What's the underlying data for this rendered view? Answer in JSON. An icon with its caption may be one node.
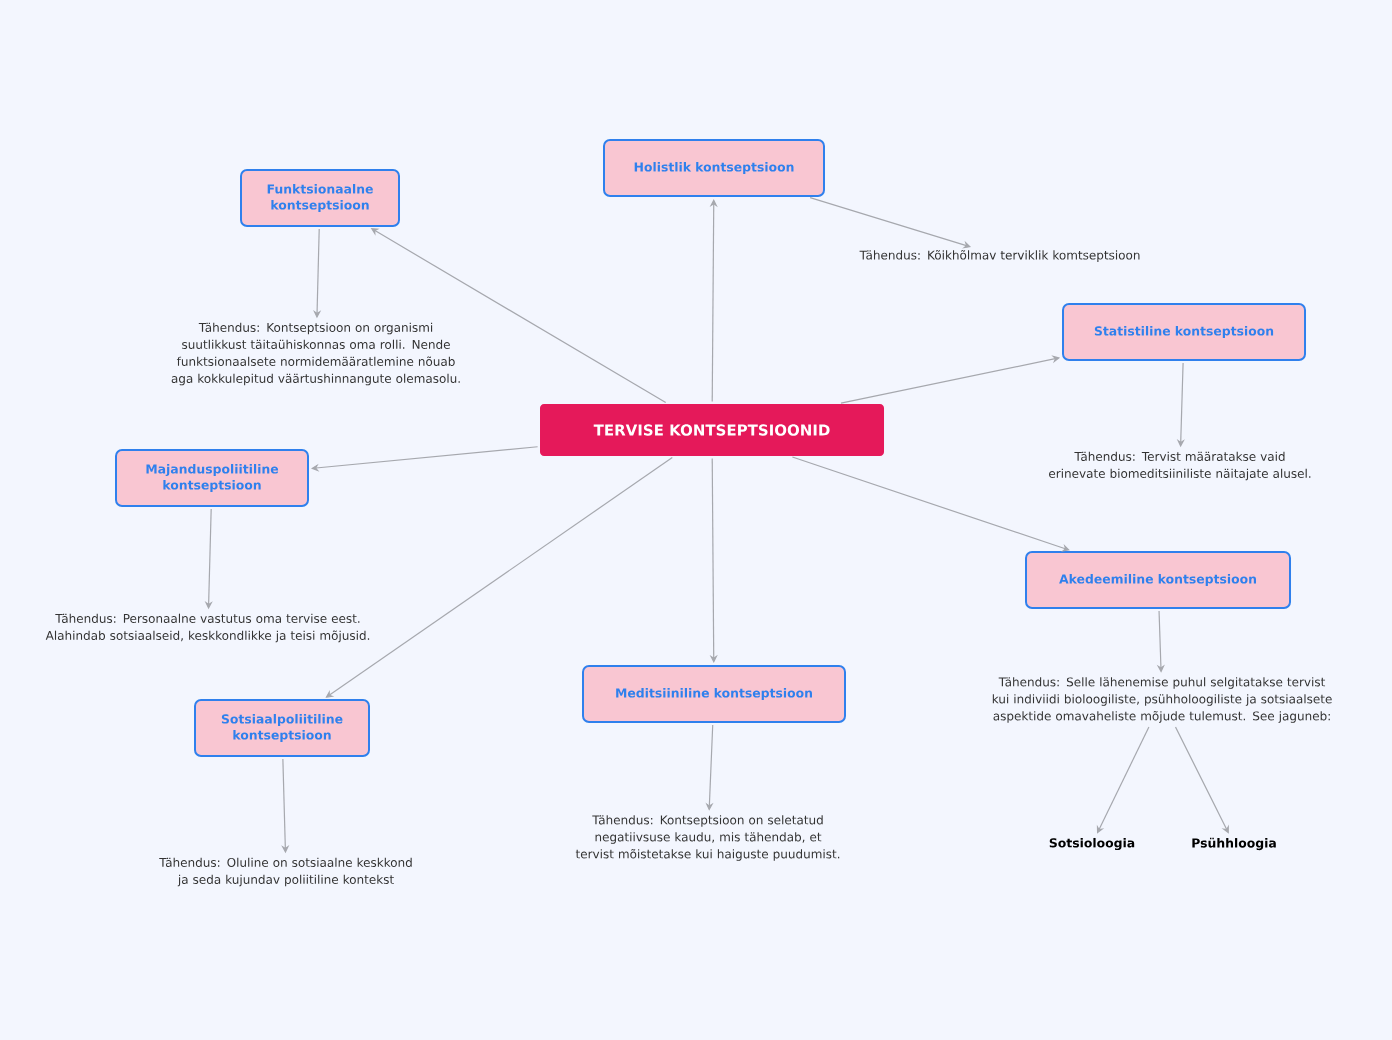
{
  "diagram": {
    "nodes": [
      {
        "text": [
          "TERVISE KONTSEPTSIOONID"
        ]
      },
      {
        "text": [
          "Funktsionaalne kontseptsioon"
        ]
      },
      {
        "text": [
          "Tähendus: Kontseptsioon on organismi suutlikkust täitaühiskonnas oma rolli. Nende funktsionaalsete normidemääratlemine nõuab aga kokkulepitud väärtushinnangute olemasolu."
        ]
      },
      {
        "text": [
          "Holistlik kontseptsioon"
        ]
      },
      {
        "text": [
          "Tähendus: Kõikhõlmav terviklik komtseptsioon"
        ]
      },
      {
        "text": [
          "Statistiline kontseptsioon"
        ]
      },
      {
        "text": [
          "Tähendus: Tervist määratakse vaid erinevate biomeditsiiniliste näitajate alusel."
        ]
      },
      {
        "text": [
          "Majanduspoliitiline kontseptsioon"
        ]
      },
      {
        "text": [
          "Tähendus: Personaalne vastutus oma tervise eest. Alahindab sotsiaalseid, keskkondlikke ja teisi mõjusid."
        ]
      },
      {
        "text": [
          "Sotsiaalpoliitiline kontseptsioon"
        ]
      },
      {
        "text": [
          "Tähendus: Oluline on sotsiaalne keskkond ja seda kujundav poliitiline kontekst"
        ]
      },
      {
        "text": [
          "Meditsiiniline kontseptsioon"
        ]
      },
      {
        "text": [
          "Tähendus: Kontseptsioon on seletatud negatiivsuse kaudu, mis tähendab, et tervist mõistetakse kui haiguste puudumist."
        ]
      },
      {
        "text": [
          "Akedeemiline kontseptsioon"
        ]
      },
      {
        "text": [
          "Tähendus: Selle lähenemise puhul selgitatakse tervist kui indiviidi bioloogiliste, psühholoogiliste ja sotsiaalsete aspektide omavaheliste mõjude tulemust. See jaguneb:"
        ]
      },
      {
        "text": [
          "Sotsioloogia"
        ]
      },
      {
        "text": [
          "Psühhloogia"
        ]
      }
    ],
    "edges": [
      {
        "from": 0,
        "to": 1,
        "arrow": "to"
      },
      {
        "from": 0,
        "to": 3,
        "arrow": "to"
      },
      {
        "from": 0,
        "to": 5,
        "arrow": "to"
      },
      {
        "from": 0,
        "to": 7,
        "arrow": "to"
      },
      {
        "from": 0,
        "to": 9,
        "arrow": "to"
      },
      {
        "from": 0,
        "to": 11,
        "arrow": "to"
      },
      {
        "from": 0,
        "to": 13,
        "arrow": "to"
      },
      {
        "from": 1,
        "to": 2,
        "arrow": "to"
      },
      {
        "from": 3,
        "to": 4,
        "arrow": "to"
      },
      {
        "from": 5,
        "to": 6,
        "arrow": "to"
      },
      {
        "from": 7,
        "to": 8,
        "arrow": "to"
      },
      {
        "from": 9,
        "to": 10,
        "arrow": "to"
      },
      {
        "from": 11,
        "to": 12,
        "arrow": "to"
      },
      {
        "from": 13,
        "to": 14,
        "arrow": "to"
      },
      {
        "from": 14,
        "to": 15,
        "arrow": "to"
      },
      {
        "from": 14,
        "to": 16,
        "arrow": "to"
      }
    ]
  }
}
